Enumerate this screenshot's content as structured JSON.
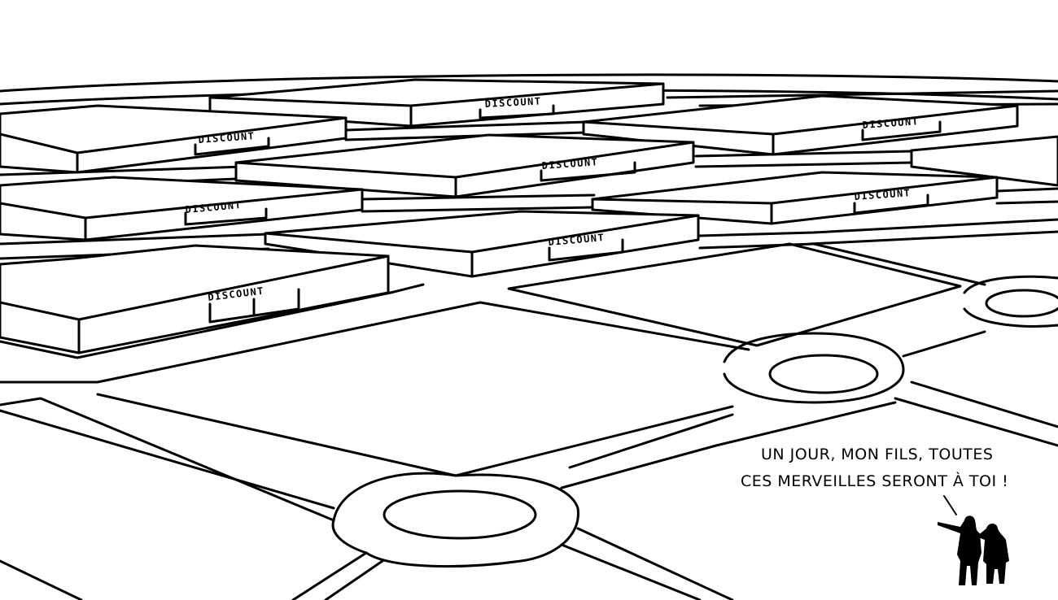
{
  "sign_label": "DISCOUNT",
  "speech": {
    "line1": "UN JOUR, MON FILS, TOUTES",
    "line2": "CES MERVEILLES SERONT À TOI !"
  },
  "colors": {
    "ink": "#000000",
    "paper": "#ffffff"
  }
}
